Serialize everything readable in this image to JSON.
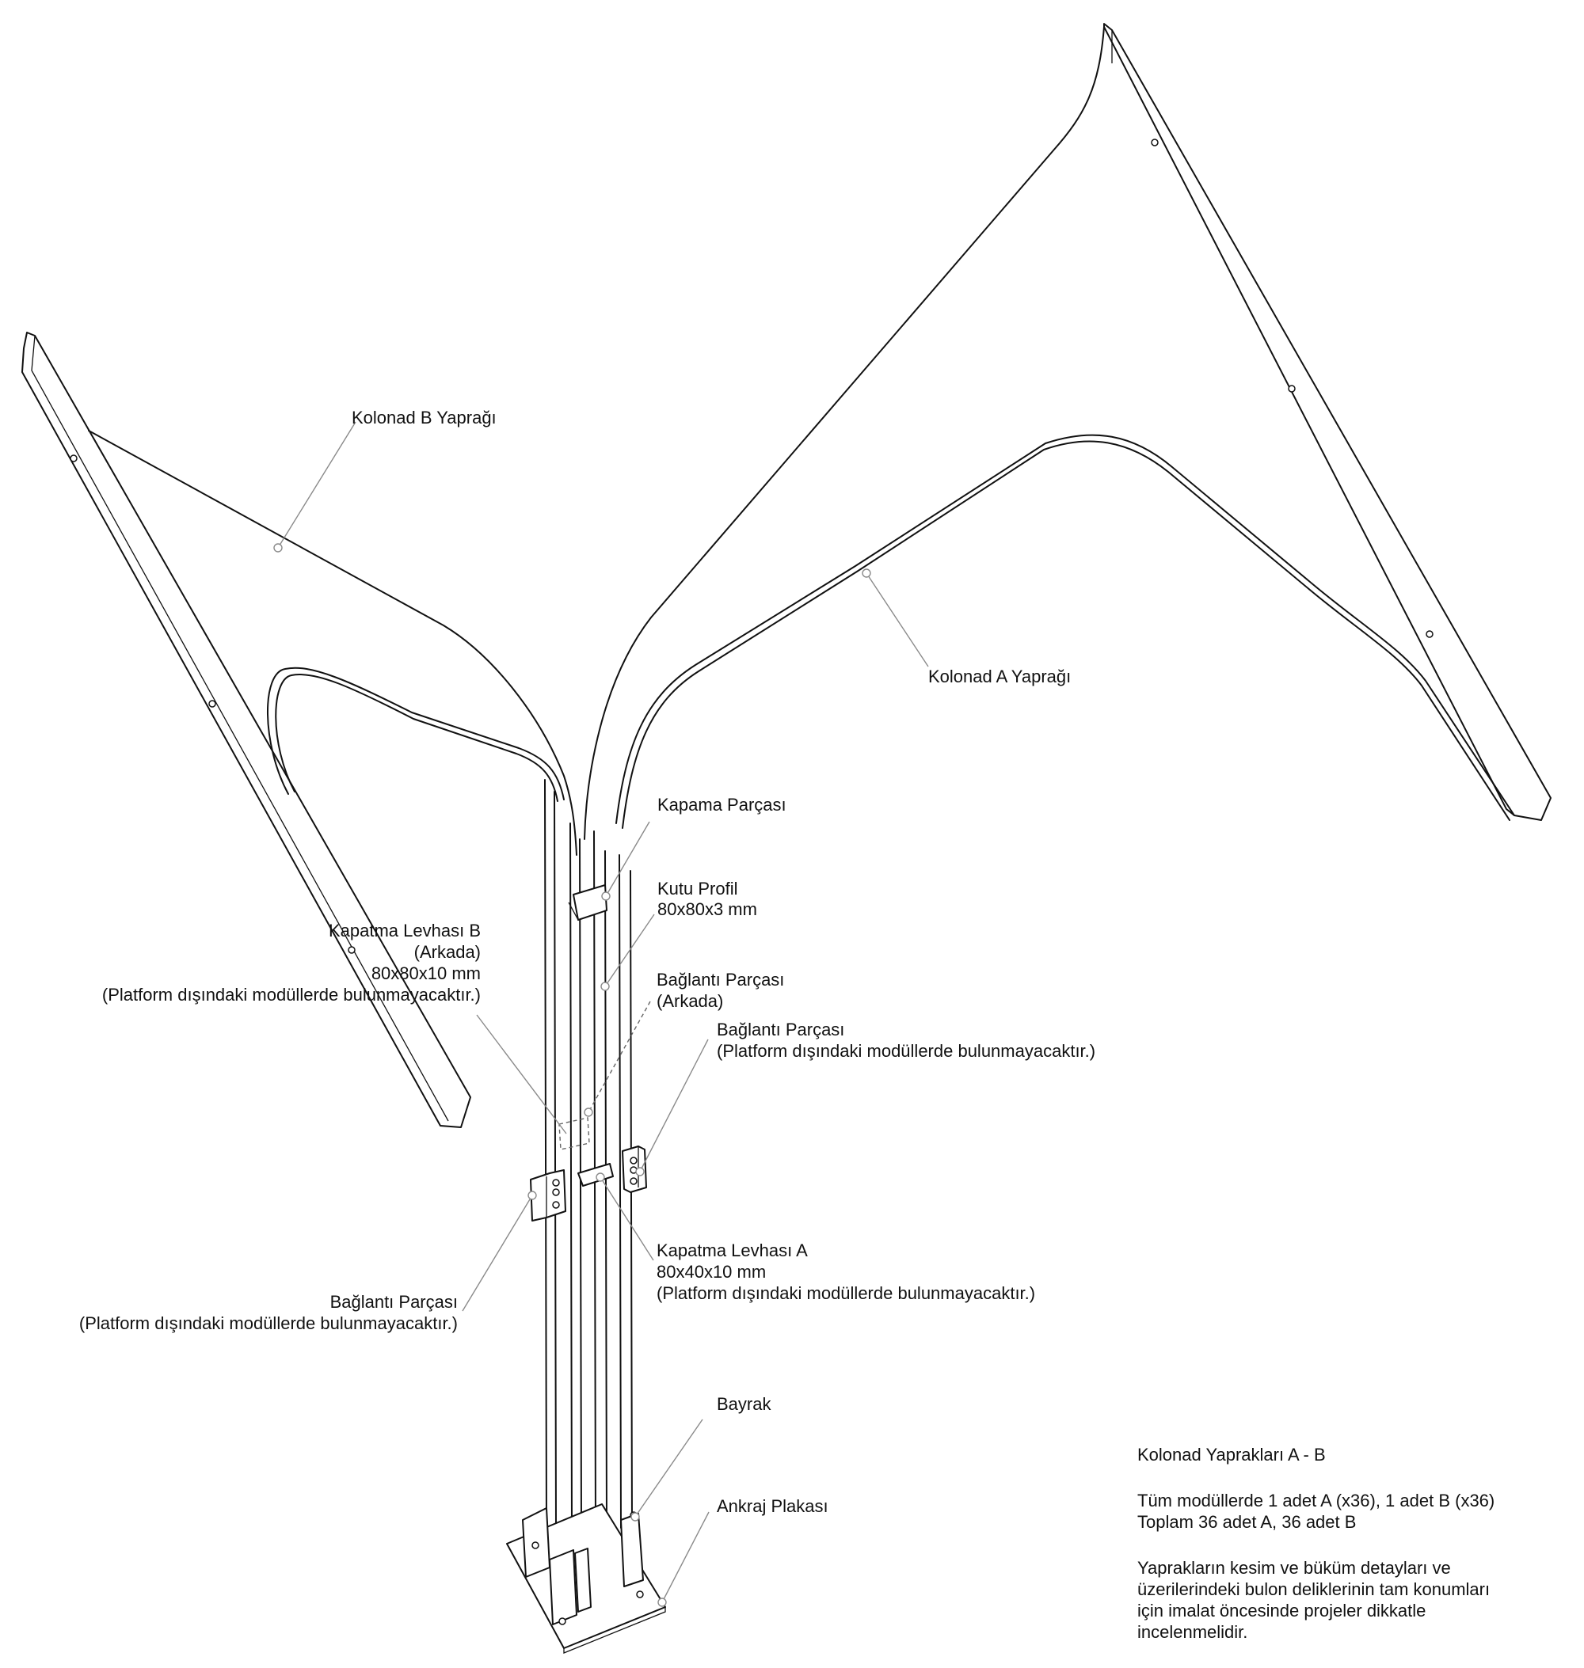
{
  "labels": {
    "leaf_b": "Kolonad B Yaprağı",
    "leaf_a": "Kolonad A Yaprağı",
    "cap_piece": "Kapama Parçası",
    "box_profile_name": "Kutu Profil",
    "box_profile_size": "80x80x3 mm",
    "cover_plate_b_name": "Kapatma Levhası B",
    "cover_plate_b_pos": "(Arkada)",
    "cover_plate_b_size": "80x80x10 mm",
    "cover_plate_b_note": "(Platform dışındaki modüllerde bulunmayacaktır.)",
    "connector_back_name": "Bağlantı Parçası",
    "connector_back_pos": "(Arkada)",
    "connector_right_name": "Bağlantı Parçası",
    "connector_right_note": "(Platform dışındaki modüllerde bulunmayacaktır.)",
    "cover_plate_a_name": "Kapatma Levhası A",
    "cover_plate_a_size": "80x40x10 mm",
    "cover_plate_a_note": "(Platform dışındaki modüllerde bulunmayacaktır.)",
    "connector_left_name": "Bağlantı Parçası",
    "connector_left_note": "(Platform dışındaki modüllerde bulunmayacaktır.)",
    "flag": "Bayrak",
    "anchor_plate": "Ankraj Plakası"
  },
  "notes": {
    "title": "Kolonad Yaprakları A - B",
    "qty_line1": "Tüm modüllerde 1 adet A (x36), 1 adet B (x36)",
    "qty_line2": "Toplam 36 adet A, 36 adet B",
    "warn_line1": "Yaprakların kesim ve büküm detayları ve",
    "warn_line2": "üzerilerindeki bulon deliklerinin tam konumları",
    "warn_line3": "için imalat öncesinde projeler dikkatle",
    "warn_line4": "incelenmelidir."
  }
}
